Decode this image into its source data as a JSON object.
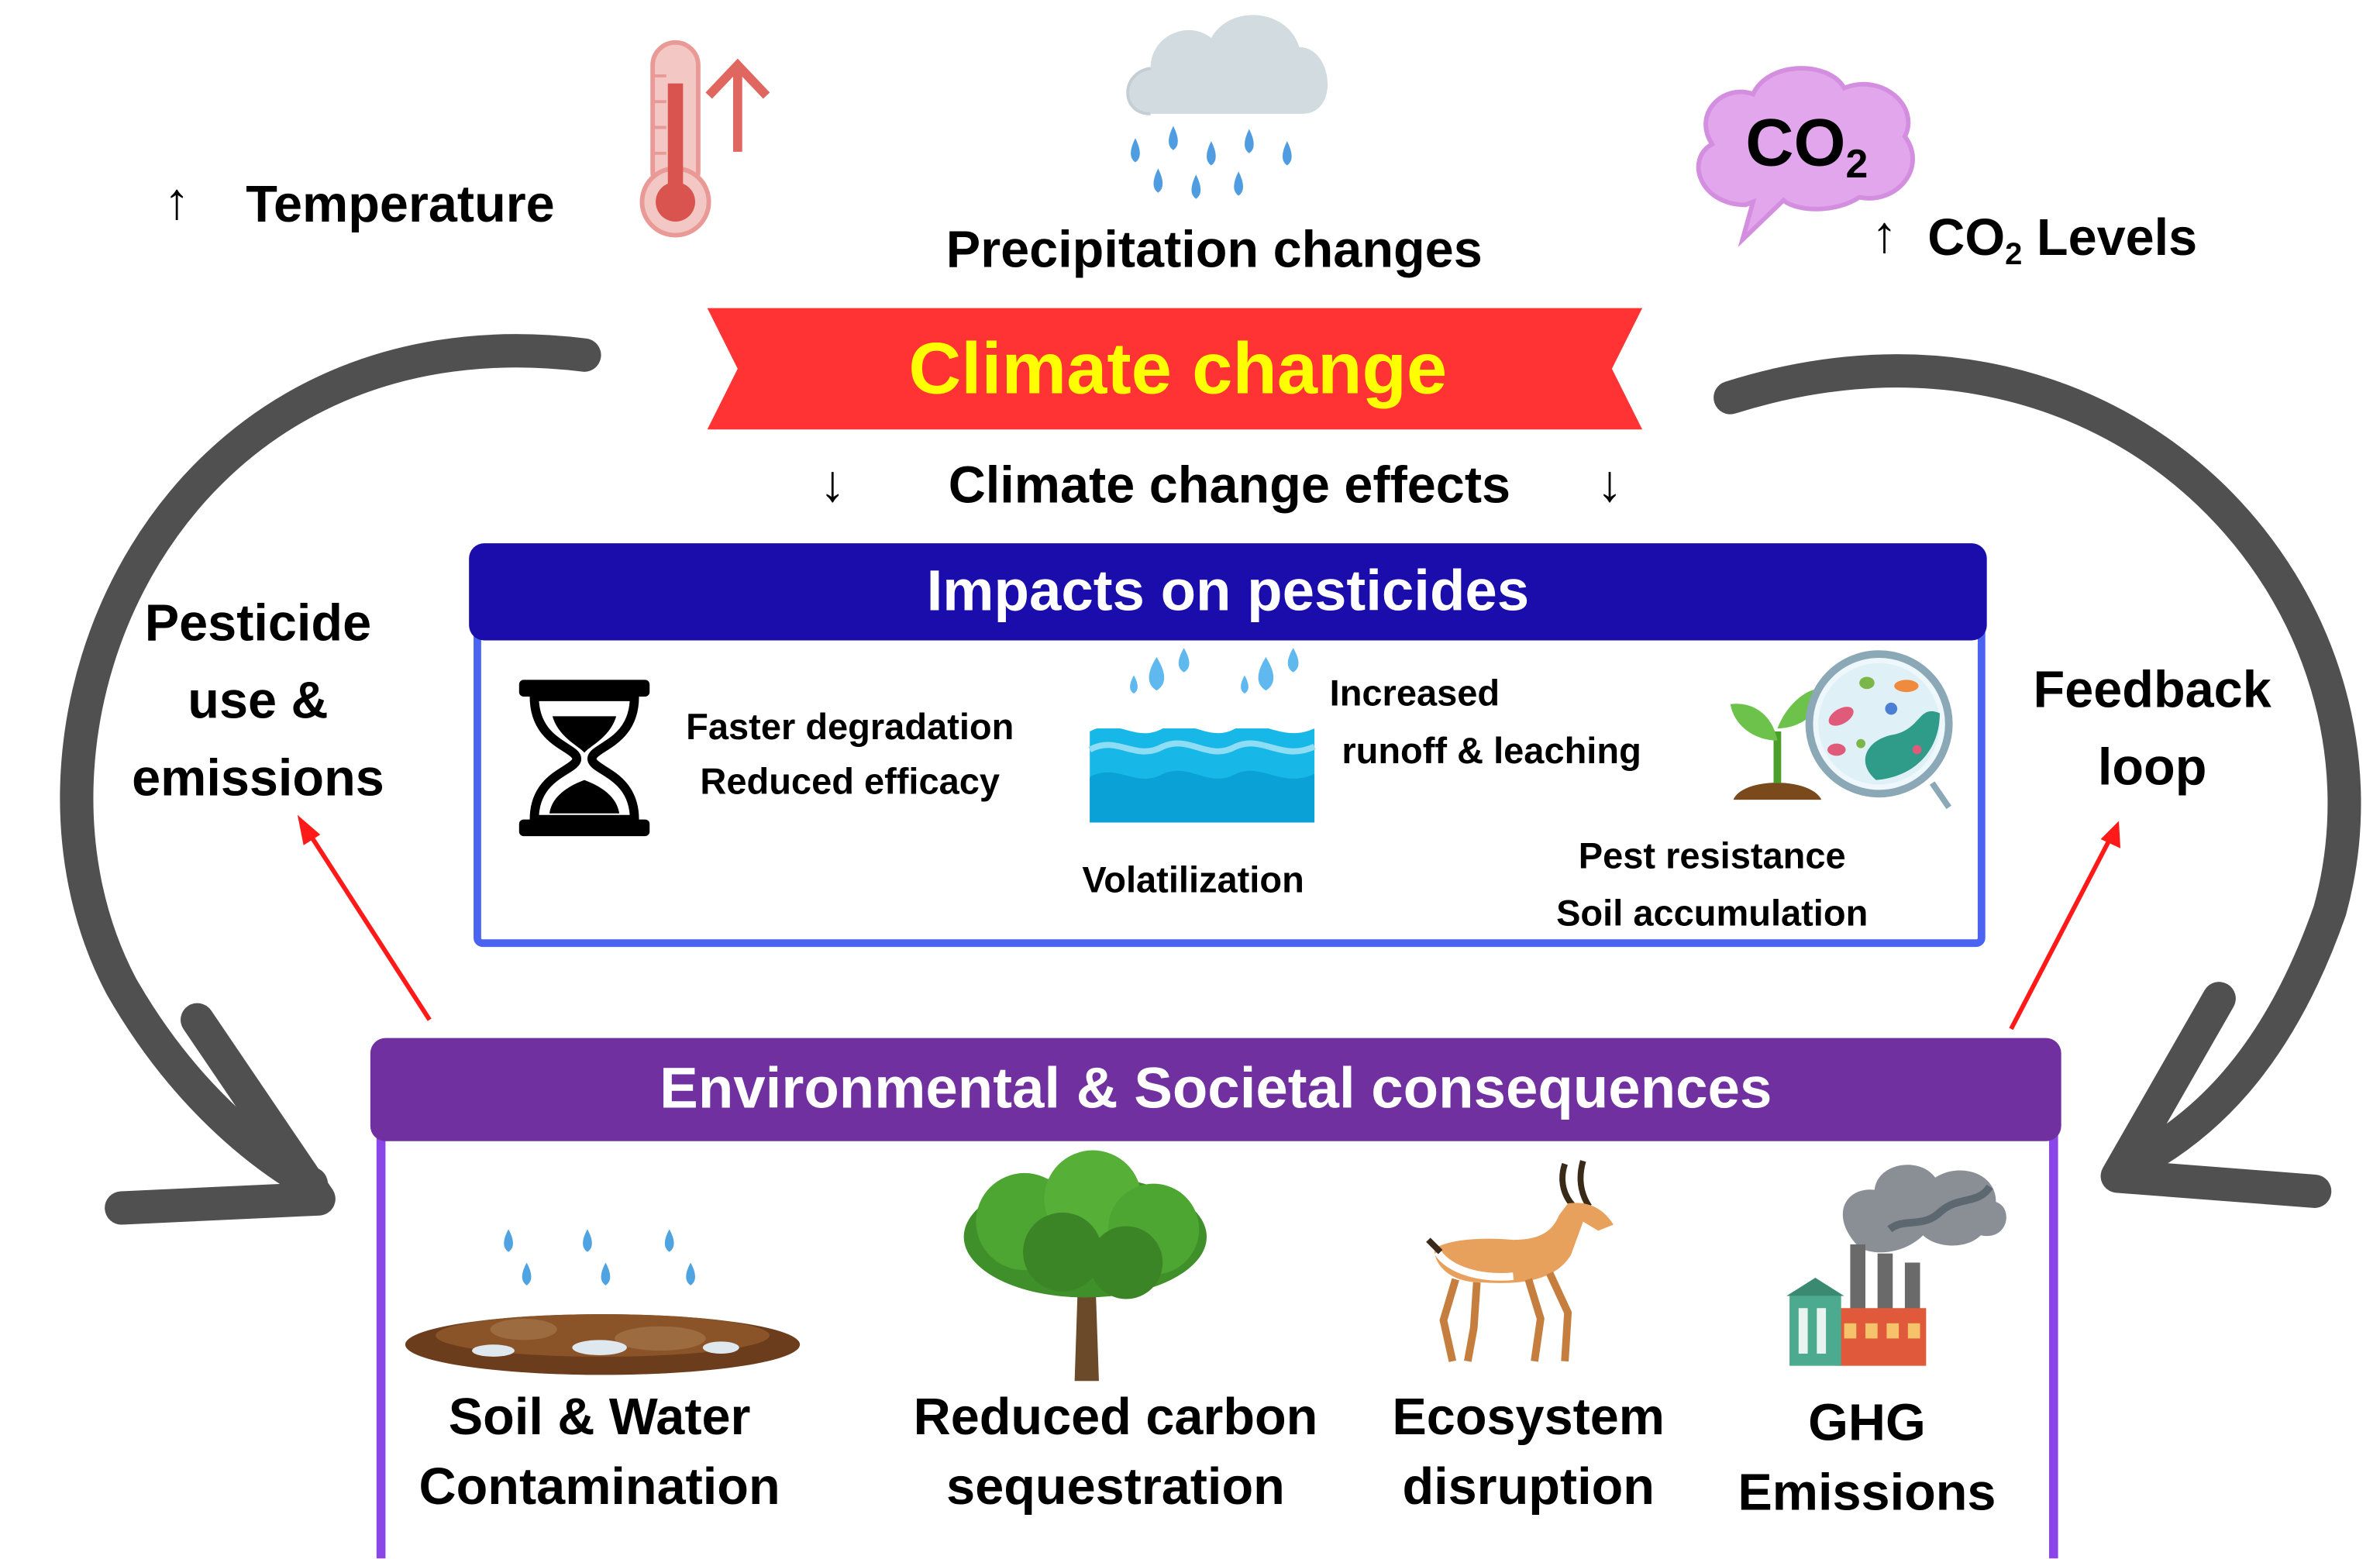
{
  "drivers": {
    "temperature": {
      "arrow": "↑",
      "label": "Temperature",
      "icon": "thermometer-icon"
    },
    "precipitation": {
      "label": "Precipitation changes",
      "icon": "rain-cloud-icon"
    },
    "co2": {
      "cloud_text_main": "CO",
      "cloud_text_sub": "2",
      "arrow": "↑",
      "label_main": "CO",
      "label_sub": "2",
      "label_rest": " Levels",
      "icon": "co2-cloud-icon"
    }
  },
  "banner": {
    "title": "Climate change",
    "color": "#ff3333",
    "text_color": "#ffff00"
  },
  "effects": {
    "arrow_left": "↓",
    "label": "Climate change effects",
    "arrow_right": "↓"
  },
  "impacts": {
    "title": "Impacts on pesticides",
    "header_color": "#1a0dab",
    "border_color": "#4a63f0",
    "items": {
      "degradation": {
        "line1": "Faster degradation",
        "line2": "Reduced efficacy",
        "icon": "hourglass-icon"
      },
      "runoff": {
        "line1": "Increased",
        "line2": "runoff & leaching",
        "icon": "water-drops-icon"
      },
      "volatilization": {
        "label": "Volatilization",
        "icon": "water-waves-icon"
      },
      "resistance": {
        "line1": "Pest resistance",
        "line2": "Soil accumulation",
        "icon": "seedling-microbes-icon"
      }
    }
  },
  "side_labels": {
    "left": {
      "line1": "Pesticide",
      "line2": "use &",
      "line3": "emissions"
    },
    "right": {
      "line1": "Feedback",
      "line2": "loop"
    }
  },
  "consequences": {
    "title": "Environmental & Societal consequences",
    "header_color": "#7030a0",
    "border_color": "#8b46e8",
    "items": [
      {
        "line1": "Soil & Water",
        "line2": "Contamination",
        "icon": "soil-rain-icon"
      },
      {
        "line1": "Reduced carbon",
        "line2": "sequestration",
        "icon": "tree-icon"
      },
      {
        "line1": "Ecosystem",
        "line2": "disruption",
        "icon": "antelope-icon"
      },
      {
        "line1": "GHG",
        "line2": "Emissions",
        "icon": "factory-icon"
      }
    ]
  },
  "colors": {
    "loop_arrows": "#505050",
    "feedback_arrows": "#ff1a1a"
  }
}
